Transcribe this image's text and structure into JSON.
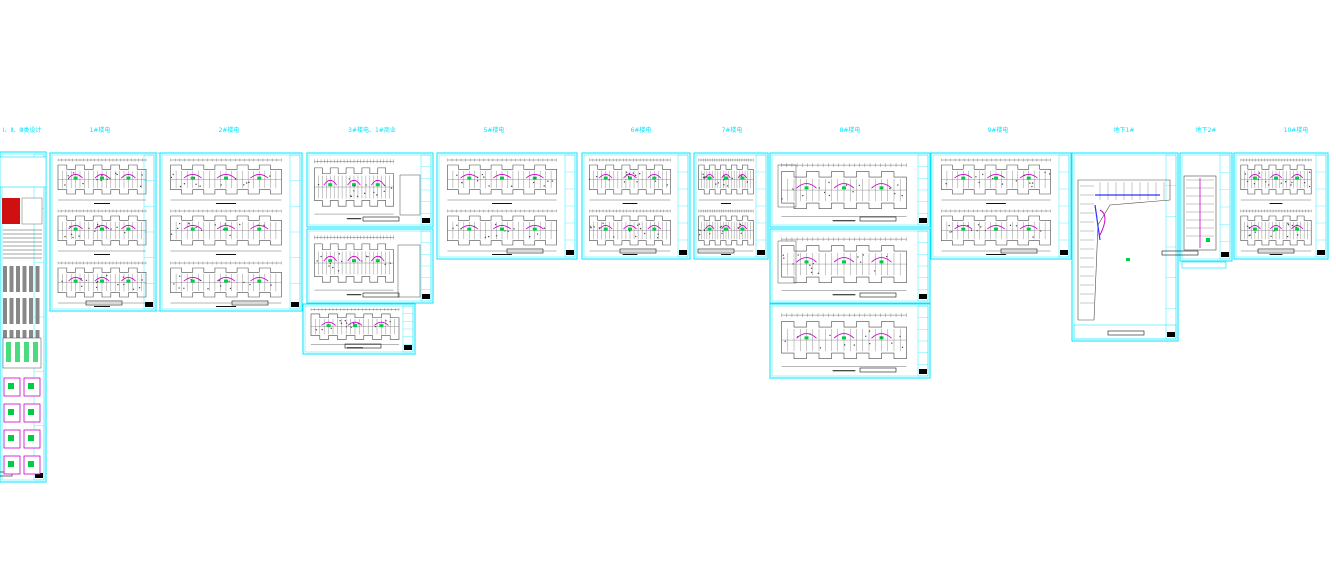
{
  "colors": {
    "frame": "#00e5ff",
    "drawing": "#4a4a4a",
    "accent": "#cc00cc",
    "highlight": "#00cc44",
    "title_block_red": "#d01010"
  },
  "sheet_titles": [
    "Ⅰ、Ⅱ、Ⅲ类设计",
    "1#楼电",
    "2#楼电",
    "3#楼电、1#商业",
    "5#楼电",
    "6#楼电",
    "7#楼电",
    "8#楼电",
    "9#楼电",
    "地下1#",
    "地下2#",
    "10#楼电"
  ]
}
